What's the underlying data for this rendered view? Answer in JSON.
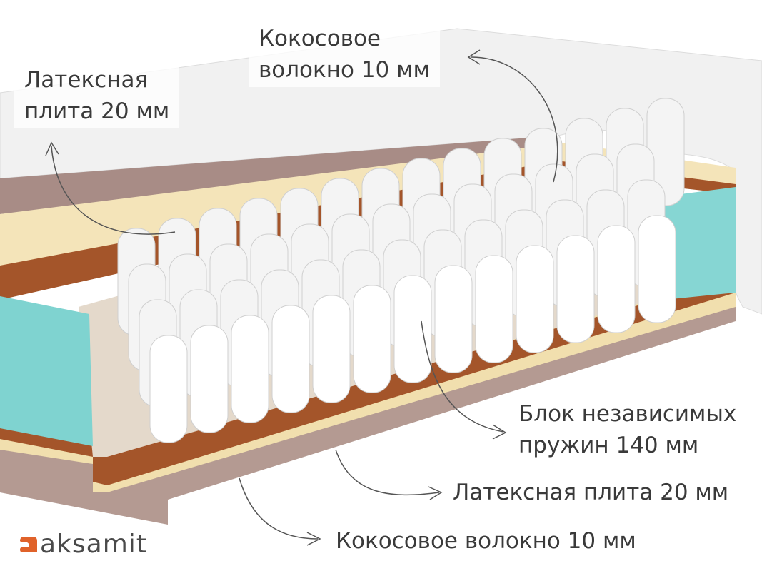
{
  "labels": {
    "top_latex": [
      "Латексная",
      "плита 20 мм"
    ],
    "top_coconut": [
      "Кокосовое",
      "волокно 10 мм"
    ],
    "springs": [
      "Блок независимых",
      "пружин 140 мм"
    ],
    "bottom_latex": "Латексная плита 20 мм",
    "bottom_coconut": "Кокосовое волокно 10 мм"
  },
  "logo": {
    "text": "aksamit",
    "color": "#e0622a"
  },
  "colors": {
    "cover": "#f2f2f2",
    "band": "#a58a85",
    "latex": "#f3e3b8",
    "coconut": "#a8582a",
    "foam": "#7fd3d0",
    "spring": "#ffffff",
    "text": "#3a3a3a"
  }
}
